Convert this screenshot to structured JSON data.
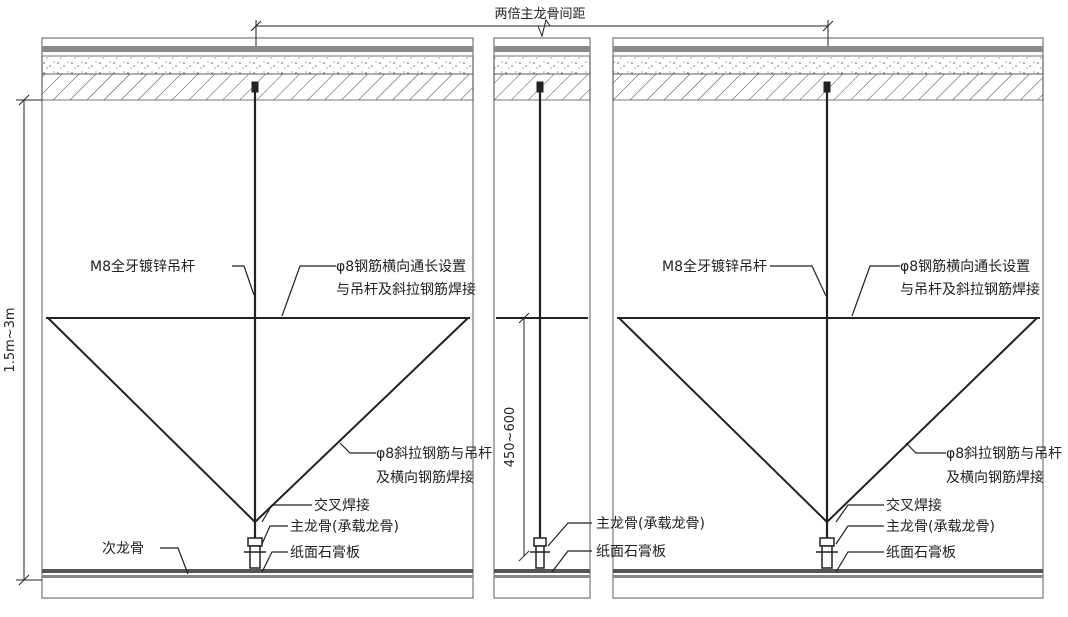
{
  "dimensions": {
    "top_span": "两倍主龙骨间距",
    "height_range": "1.5m~3m",
    "brace_spacing": "450~600"
  },
  "callouts": {
    "hanger_rod": "M8全牙镀锌吊杆",
    "horizontal_bar_line1": "φ8钢筋横向通长设置",
    "horizontal_bar_line2": "与吊杆及斜拉钢筋焊接",
    "diagonal_bar_line1": "φ8斜拉钢筋与吊杆",
    "diagonal_bar_line2": "及横向钢筋焊接",
    "cross_weld": "交叉焊接",
    "main_keel": "主龙骨(承载龙骨)",
    "gypsum_board": "纸面石膏板",
    "secondary_keel": "次龙骨"
  },
  "colors": {
    "line": "#222222",
    "slab_hatch": "#444444",
    "board": "#555555"
  }
}
